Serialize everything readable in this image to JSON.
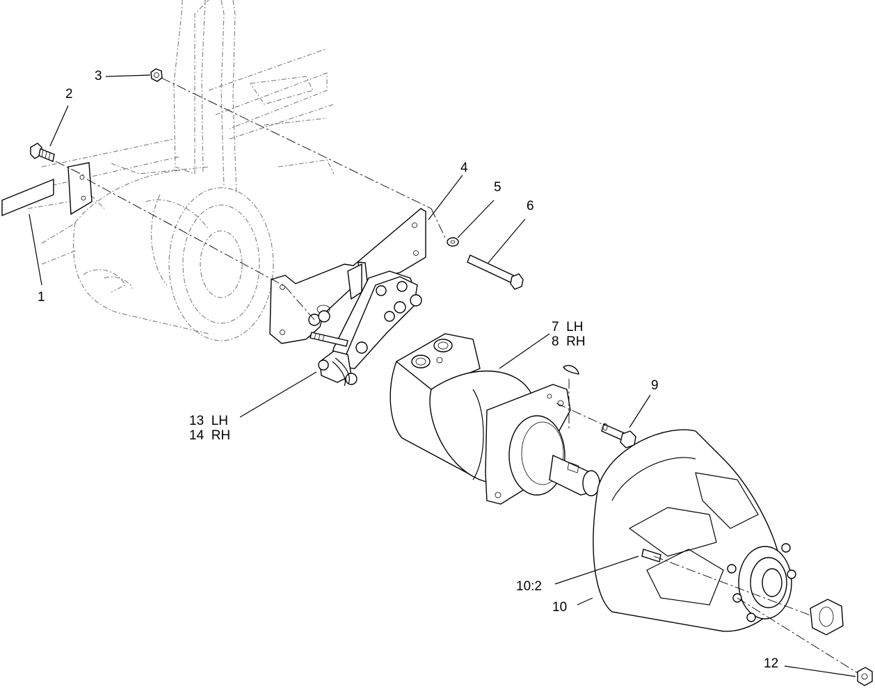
{
  "callouts": {
    "c1": "1",
    "c2": "2",
    "c3": "3",
    "c4": "4",
    "c5": "5",
    "c6": "6",
    "c7": "7  LH",
    "c8": "8  RH",
    "c9": "9",
    "c10_2": "10:2",
    "c10": "10",
    "c12": "12",
    "c13": "13  LH",
    "c14": "14  RH"
  }
}
